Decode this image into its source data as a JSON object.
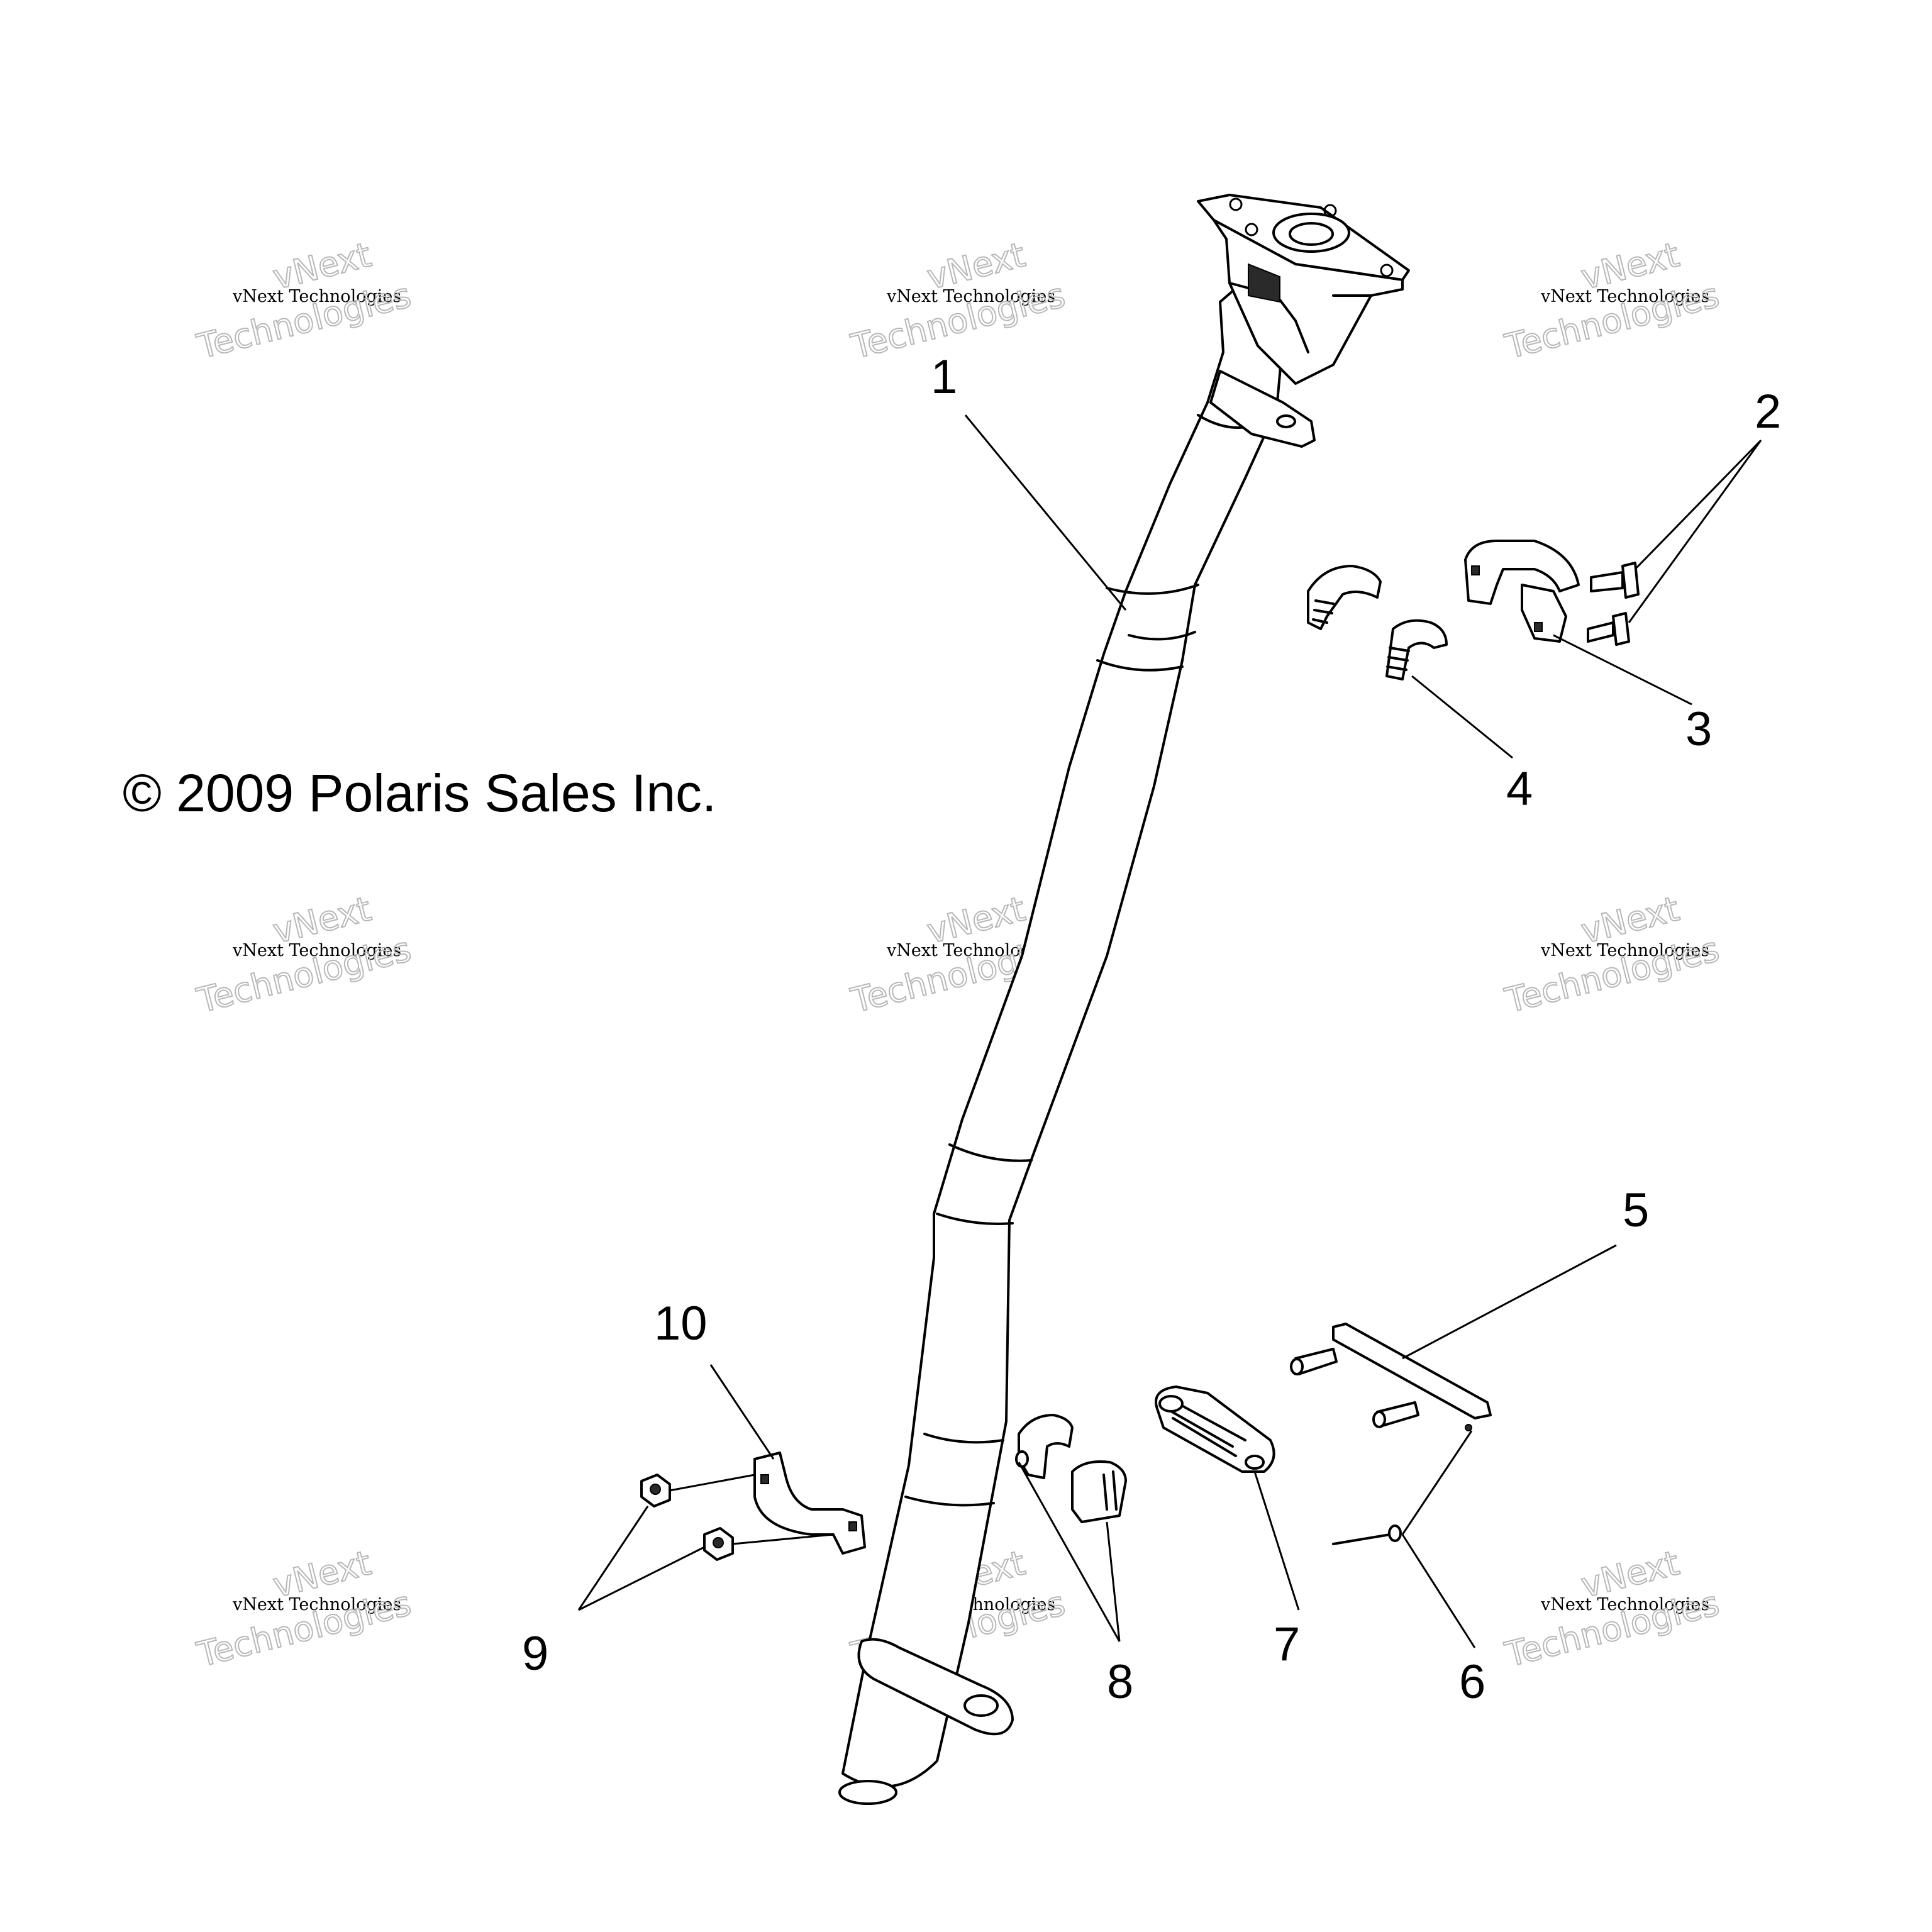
{
  "copyright": "© 2009 Polaris Sales Inc.",
  "watermark": {
    "line_top": "vNext",
    "line_small": "vNext Technologies",
    "line_big": "Technologies"
  },
  "callouts": [
    "1",
    "2",
    "3",
    "4",
    "5",
    "6",
    "7",
    "8",
    "9",
    "10"
  ]
}
